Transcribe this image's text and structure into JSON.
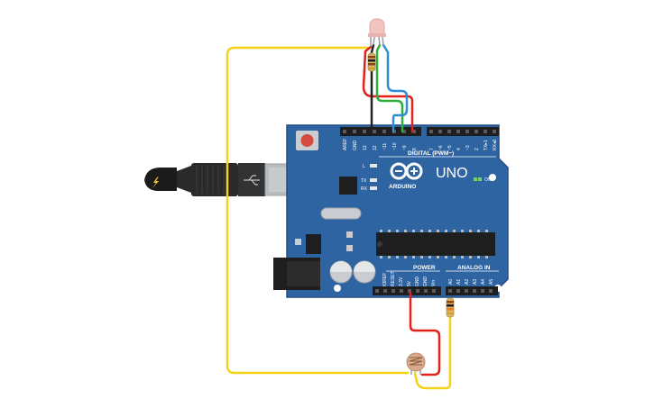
{
  "board": {
    "brand": "ARDUINO",
    "model": "UNO",
    "on_label": "ON",
    "digital_header_label": "DIGITAL (PWM~)",
    "power_header_label": "POWER",
    "analog_header_label": "ANALOG IN",
    "led_labels": [
      "L",
      "TX",
      "RX"
    ],
    "digital_pins_left": [
      "AREF",
      "GND",
      "13",
      "12",
      "~11",
      "~10",
      "~9",
      "8"
    ],
    "digital_pins_right": [
      "7",
      "~6",
      "~5",
      "4",
      "~3",
      "2",
      "TX▸1",
      "RX◂0"
    ],
    "power_pins": [
      "IOREF",
      "RESET",
      "3.3V",
      "5V",
      "GND",
      "GND",
      "Vin"
    ],
    "analog_pins": [
      "A0",
      "A1",
      "A2",
      "A3",
      "A4",
      "A5"
    ]
  },
  "colors": {
    "board": "#2f64a2",
    "board_edge": "#244f85",
    "header": "#1e1e1e",
    "wire_yellow": "#f5d218",
    "wire_red": "#e3211c",
    "wire_green": "#2fae3c",
    "wire_blue": "#2f8fd6",
    "wire_black": "#222222",
    "led_body": "#f2c4c0",
    "resistor_body": "#d9b36a",
    "photoresistor_body": "#d8a98a",
    "usb_metal": "#b9bcbf",
    "reset_button": "#d44a3e"
  },
  "components": {
    "rgb_led_icon": "rgb-led",
    "resistor_icon": "resistor",
    "photoresistor_icon": "light-dependent-resistor",
    "usb_icon": "usb-cable",
    "power_jack_icon": "dc-barrel-jack",
    "chip_icon": "atmega-dip-chip",
    "crystal_icon": "crystal-oscillator"
  }
}
